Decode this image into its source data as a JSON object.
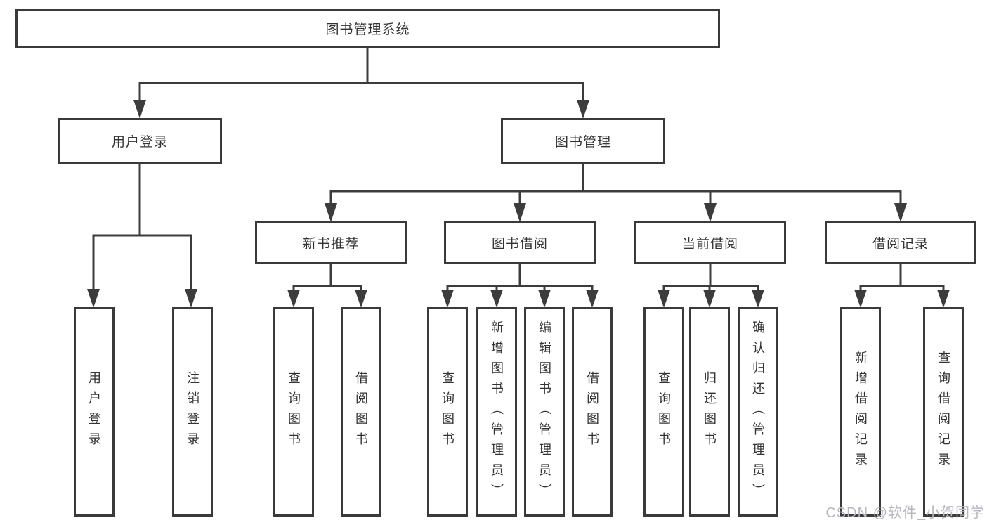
{
  "tree": {
    "label": "图书管理系统",
    "children": [
      {
        "label": "用户登录",
        "children": [
          {
            "label": "用户登录"
          },
          {
            "label": "注销登录"
          }
        ]
      },
      {
        "label": "图书管理",
        "children": [
          {
            "label": "新书推荐",
            "children": [
              {
                "label": "查询图书"
              },
              {
                "label": "借阅图书"
              }
            ]
          },
          {
            "label": "图书借阅",
            "children": [
              {
                "label": "查询图书"
              },
              {
                "label": "新增图书（管理员）"
              },
              {
                "label": "编辑图书（管理员）"
              },
              {
                "label": "借阅图书"
              }
            ]
          },
          {
            "label": "当前借阅",
            "children": [
              {
                "label": "查询图书"
              },
              {
                "label": "归还图书"
              },
              {
                "label": "确认归还（管理员）"
              }
            ]
          },
          {
            "label": "借阅记录",
            "children": [
              {
                "label": "新增借阅记录"
              },
              {
                "label": "查询借阅记录"
              }
            ]
          }
        ]
      }
    ]
  },
  "watermark": {
    "text": "CSDN @软件_小贺同学"
  },
  "colors": {
    "line": "#3c3c3c",
    "text": "#333333",
    "watermark": "#b5b8bf"
  }
}
